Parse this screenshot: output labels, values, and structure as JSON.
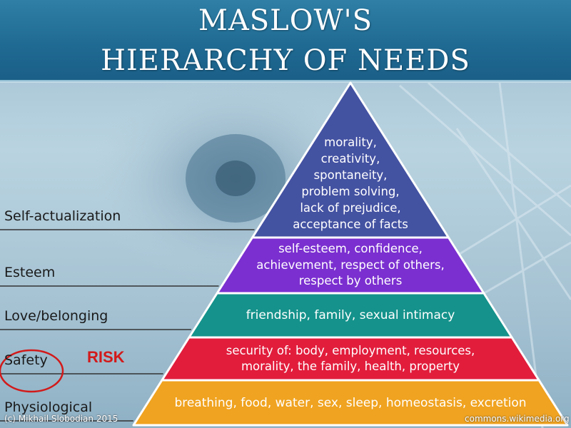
{
  "title_lines": [
    "MASLOW'S",
    "HIERARCHY OF NEEDS"
  ],
  "levels": [
    {
      "label": "Self-actualization",
      "lines": [
        "morality,",
        "creativity,",
        "spontaneity,",
        "problem solving,",
        "lack of prejudice,",
        "acceptance of facts"
      ],
      "color": "#4452a2"
    },
    {
      "label": "Esteem",
      "lines": [
        "self-esteem, confidence,",
        "achievement, respect of others,",
        "respect by others"
      ],
      "color": "#7b2fd0"
    },
    {
      "label": "Love/belonging",
      "lines": [
        "friendship, family, sexual intimacy"
      ],
      "color": "#14928b"
    },
    {
      "label": "Safety",
      "lines": [
        "security of: body, employment, resources,",
        "morality, the family, health, property"
      ],
      "color": "#e21d3c"
    },
    {
      "label": "Physiological",
      "lines": [
        "breathing, food, water, sex, sleep, homeostasis, excretion"
      ],
      "color": "#f0a320"
    }
  ],
  "annotation": {
    "text": "RISK",
    "color": "#d21a1a"
  },
  "credits": {
    "left": "(c) Mikhail Slobodian 2015",
    "right": "commons.wikimedia.org"
  }
}
